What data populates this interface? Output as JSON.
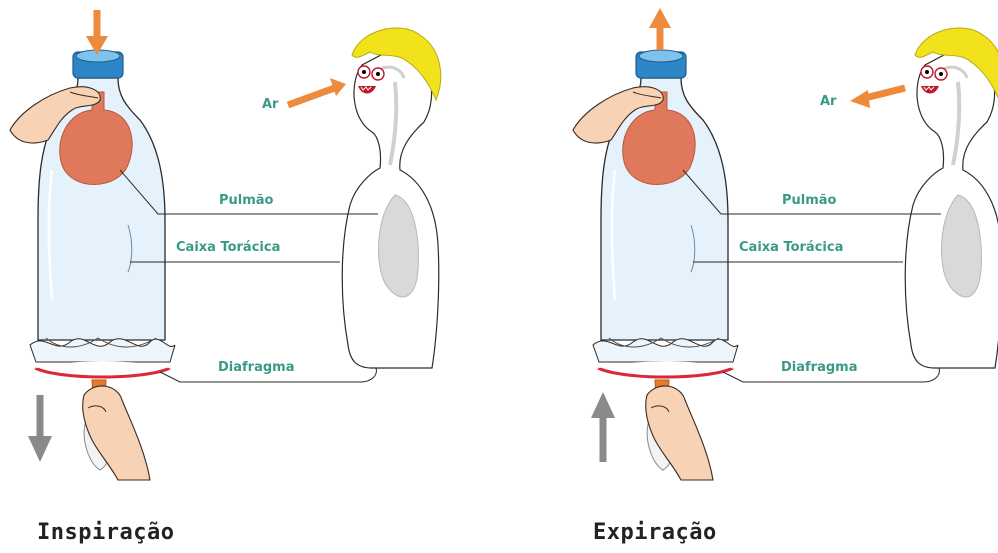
{
  "colors": {
    "label_teal": "#3a9a86",
    "arrow_orange": "#ee8a3c",
    "arrow_gray": "#8a8a8a",
    "lung": "#e0795c",
    "cap_blue": "#2f86c6",
    "diaphragm_red": "#d8283a",
    "bottle_fill": "#e6f2fb",
    "skin": "#f8d2b4",
    "hair": "#f2e21c",
    "person_lung": "#d9d9da"
  },
  "icons": [
    "bottle-model",
    "person-figure",
    "hand",
    "arrow"
  ],
  "panels": [
    {
      "id": "inspiracao",
      "title": "Inspiração",
      "labels": {
        "air": "Ar",
        "lung": "Pulmão",
        "rib_cage": "Caixa Torácica",
        "diaphragm": "Diafragma"
      }
    },
    {
      "id": "expiracao",
      "title": "Expiração",
      "labels": {
        "air": "Ar",
        "lung": "Pulmão",
        "rib_cage": "Caixa Torácica",
        "diaphragm": "Diafragma"
      }
    }
  ]
}
